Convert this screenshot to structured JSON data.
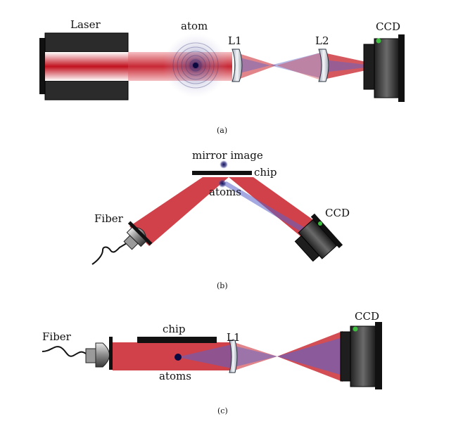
{
  "panel_a": {
    "caption": "(a)",
    "laser_label": "Laser",
    "atom_label": "atom",
    "lens1_label": "L1",
    "lens2_label": "L2",
    "camera_label": "CCD"
  },
  "panel_b": {
    "caption": "(b)",
    "mirror_image_label": "mirror image",
    "chip_label": "chip",
    "atoms_label": "atoms",
    "fiber_label": "Fiber",
    "camera_label": "CCD"
  },
  "panel_c": {
    "caption": "(c)",
    "fiber_label": "Fiber",
    "chip_label": "chip",
    "lens1_label": "L1",
    "atoms_label": "atoms",
    "camera_label": "CCD"
  },
  "colors": {
    "beam_red": "#c8202a",
    "beam_blue": "#5a64c8",
    "camera_body": "#3a3a3a",
    "led_green": "#3fbf3f"
  }
}
